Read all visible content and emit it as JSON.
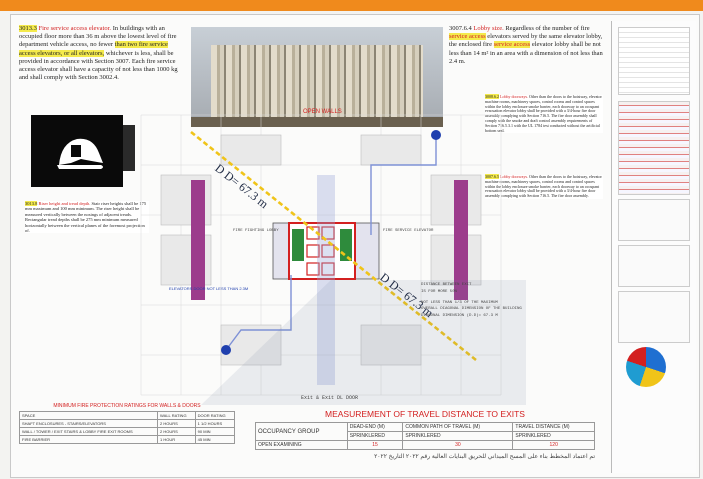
{
  "colors": {
    "accent_bar": "#f08a1c",
    "highlight": "#f4ea4c",
    "red": "#d32020",
    "plan_blue": "#1f3fae",
    "dd_line": "#f0c419",
    "stair_purple": "#9c3c8c",
    "shaft_green": "#2e8b3c"
  },
  "left_note": {
    "ref": "3013.3",
    "title": "Fire service access elevator.",
    "text_a": " In buildings with an occupied floor more than 36 m above the lowest level of fire department vehicle access, no fewer ",
    "text_hl": "than two fire service access elevators, or all elevators,",
    "text_b": " whichever is less, shall be provided in accordance with Section 3007. Each fire service access elevator shall have a capacity of not less than 1000 kg and shall comply with Section 3002.4."
  },
  "right_note": {
    "ref": "3007.6.4",
    "title": "Lobby size.",
    "text_a": " Regardless of the number of fire ",
    "hl_1": "service access",
    "text_b": " elevators served by the same elevator lobby, the enclosed fire ",
    "hl_2": "service access",
    "text_c": " elevator lobby shall be not less than 14 m² in an area with a dimension of not less than 2.4 m."
  },
  "small_notes": [
    {
      "ref": "3008.6.2",
      "title": "Lobby doorways.",
      "text": "Other than the doors to the hoistway, elevator machine rooms, machinery spaces, control rooms and control spaces within the lobby enclosure smoke barrier, each doorway to an occupant evacuation elevator lobby shall be provided with a 3/4-hour fire door assembly complying with Section 716.5. The fire door assembly shall comply with the smoke and draft control assembly requirements of Section 716.5.3.1 with the UL 1784 test conducted without the artificial bottom seal."
    },
    {
      "ref": "3007.6.5",
      "title": "Lobby doorways.",
      "text": "Other than the doors to the hoistway, elevator machine rooms, machinery spaces, control rooms and control spaces within the lobby enclosure smoke barrier, each doorway to an occupant evacuation elevator lobby shall be provided with a 3/4-hour fire door assembly complying with Section 716.5. The fire door assembly."
    }
  ],
  "riser_note": {
    "ref": "3013.8",
    "title": "Riser height and tread depth.",
    "text": "Stair riser heights shall be 175 mm maximum and 100 mm minimum. The riser height shall be measured vertically between the nosings of adjacent treads. Rectangular tread depths shall be 275 mm minimum measured horizontally between the vertical planes of the foremost projection of."
  },
  "plan": {
    "open_walls": "OPEN WALLS",
    "dd_upper": "D D= 67.3 m",
    "dd_lower": "D D= 67.3 m",
    "elevators_label": "ELEVATORS DOOR NOT LESS THAN 2.3M",
    "distance_notes": [
      "DISTANCE BETWEEN EXIT",
      "IS FOR MORE 50%",
      "NOT LESS THAN 1/3 OF THE MAXIMUM",
      "OVERALL DIAGONAL DIMENSION OF THE BUILDING",
      "DIAGONAL DIMENSION (D.D)= 67.3 M"
    ],
    "bottom_label": "Exit & Exit DL DOOR",
    "rooms": [
      "FIRE FIGHTING LOBBY",
      "FIRE SERVICE ELEVATOR"
    ]
  },
  "fire_table": {
    "title": "MINIMUM FIRE PROTECTION RATINGS FOR WALLS & DOORS",
    "headers": [
      "SPACE",
      "WALL RATING",
      "DOOR RATING"
    ],
    "rows": [
      [
        "SHAFT ENCLOSURES - STAIRS/ELEVATORS",
        "2 HOURS",
        "1 1/2 HOURS"
      ],
      [
        "WALL / TOWER / EXIT STAIRS & LOBBY FIRE EXIT ROOMS",
        "2 HOURS",
        "90 MIN"
      ],
      [
        "FIRE BARRIER",
        "1 HOUR",
        "45 MIN"
      ]
    ]
  },
  "travel_table": {
    "title": "MEASUREMENT OF TRAVEL DISTANCE TO EXITS",
    "row_label": "OCCUPANCY GROUP",
    "headers": [
      "DEAD-END (M)",
      "COMMON PATH OF TRAVEL (M)",
      "TRAVEL DISTANCE (M)"
    ],
    "sub_headers": [
      "SPRINKLERED",
      "SPRINKLERED",
      "SPRINKLERED"
    ],
    "occupancy": "OPEN EXAMINING",
    "values": [
      "15",
      "30",
      "120"
    ]
  },
  "arabic_line": "تم اعتماد المخطط بناء على المسح الميداني للحريق البنايات العالية رقم ٢٠٢٢ التاريخ ٢٠٢٢"
}
